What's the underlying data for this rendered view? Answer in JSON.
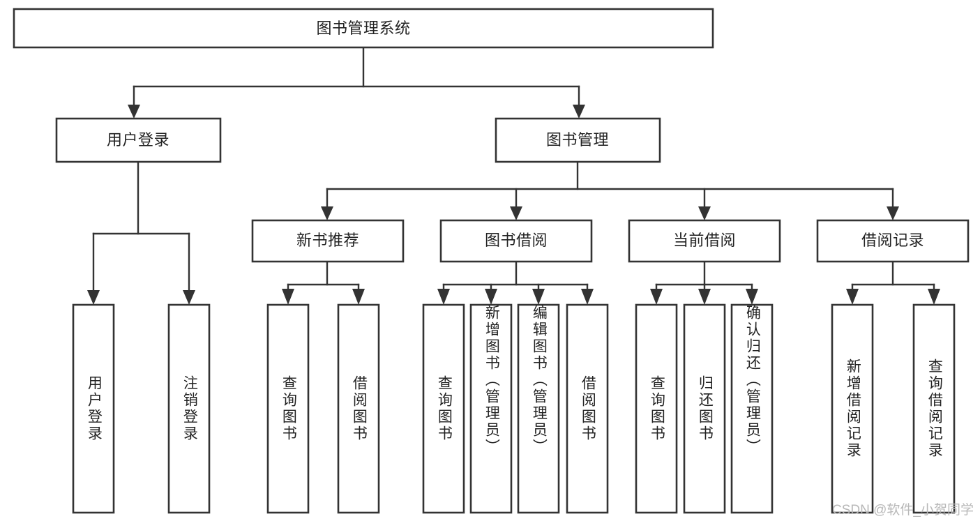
{
  "diagram": {
    "type": "tree-hierarchy",
    "title": "图书管理系统",
    "orientation": "top-down",
    "root": {
      "id": "root",
      "label": "图书管理系统"
    },
    "level2": [
      {
        "id": "user-login",
        "label": "用户登录"
      },
      {
        "id": "book-manage",
        "label": "图书管理"
      }
    ],
    "level3": [
      {
        "id": "new-book-recommend",
        "label": "新书推荐",
        "parent": "book-manage"
      },
      {
        "id": "book-borrow",
        "label": "图书借阅",
        "parent": "book-manage"
      },
      {
        "id": "current-borrow",
        "label": "当前借阅",
        "parent": "book-manage"
      },
      {
        "id": "borrow-record",
        "label": "借阅记录",
        "parent": "book-manage"
      }
    ],
    "leaves": [
      {
        "id": "leaf-user-login",
        "label": "用户登录",
        "parent": "user-login"
      },
      {
        "id": "leaf-user-logout",
        "label": "注销登录",
        "parent": "user-login"
      },
      {
        "id": "leaf-query-book-1",
        "label": "查询图书",
        "parent": "new-book-recommend"
      },
      {
        "id": "leaf-borrow-book-1",
        "label": "借阅图书",
        "parent": "new-book-recommend"
      },
      {
        "id": "leaf-query-book-2",
        "label": "查询图书",
        "parent": "book-borrow"
      },
      {
        "id": "leaf-add-book",
        "label": "新增图书（管理员）",
        "parent": "book-borrow"
      },
      {
        "id": "leaf-edit-book",
        "label": "编辑图书（管理员）",
        "parent": "book-borrow"
      },
      {
        "id": "leaf-borrow-book-2",
        "label": "借阅图书",
        "parent": "book-borrow"
      },
      {
        "id": "leaf-query-book-3",
        "label": "查询图书",
        "parent": "current-borrow"
      },
      {
        "id": "leaf-return-book",
        "label": "归还图书",
        "parent": "current-borrow"
      },
      {
        "id": "leaf-confirm-return",
        "label": "确认归还（管理员）",
        "parent": "current-borrow"
      },
      {
        "id": "leaf-add-record",
        "label": "新增借阅记录",
        "parent": "borrow-record"
      },
      {
        "id": "leaf-query-record",
        "label": "查询借阅记录",
        "parent": "borrow-record"
      }
    ]
  },
  "watermark": {
    "text": "CSDN @软件_小贺同学"
  },
  "colors": {
    "box_stroke": "#333333",
    "box_fill": "#ffffff",
    "text": "#222222",
    "background": "#ffffff",
    "watermark": "#b8b8b8"
  }
}
